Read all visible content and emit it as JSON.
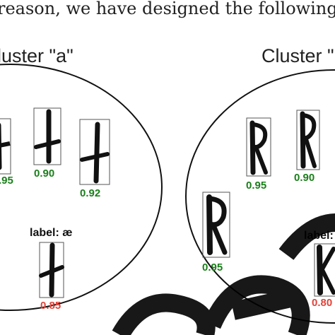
{
  "paper": {
    "body_text": "reason, we have designed the following mo"
  },
  "clusters": [
    {
      "title": "luster \"a\"",
      "samples": [
        {
          "score": ".95",
          "status": "good"
        },
        {
          "score": "0.90",
          "status": "good"
        },
        {
          "score": "0.92",
          "status": "good"
        },
        {
          "score": "0.85",
          "status": "bad",
          "label": "label: æ"
        }
      ]
    },
    {
      "title": "Cluster \"",
      "samples": [
        {
          "score": "0.95",
          "status": "good"
        },
        {
          "score": "0.90",
          "status": "good"
        },
        {
          "score": "0.95",
          "status": "good"
        },
        {
          "score": "0.80",
          "status": "bad",
          "label": "label:"
        }
      ]
    }
  ],
  "colors": {
    "good": "#1a7f1a",
    "bad": "#e0443a",
    "ink": "#111111"
  }
}
